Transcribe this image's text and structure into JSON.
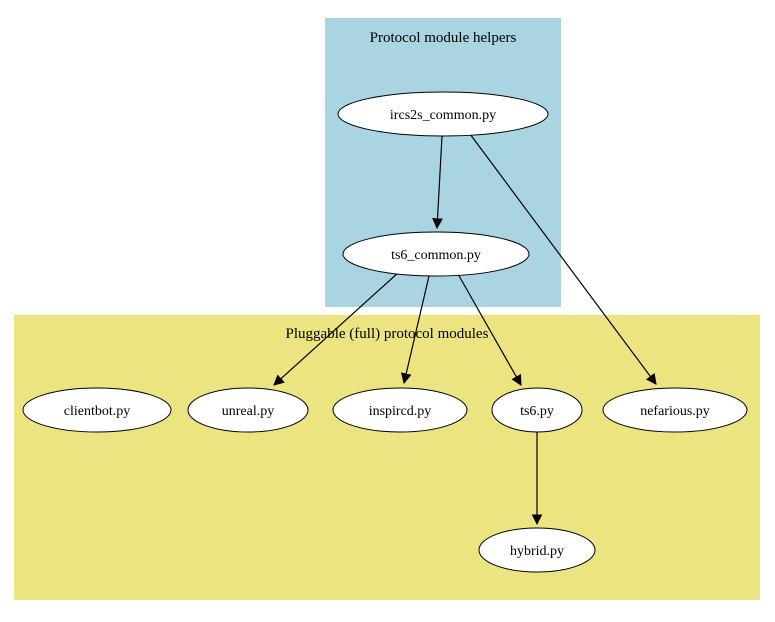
{
  "diagram": {
    "type": "dependency-graph",
    "clusters": {
      "helpers": {
        "label": "Protocol module helpers",
        "color": "#a9d5e2"
      },
      "pluggable": {
        "label": "Pluggable (full) protocol modules",
        "color": "#ece481"
      }
    },
    "nodes": {
      "ircs2s_common": {
        "label": "ircs2s_common.py",
        "cluster": "helpers"
      },
      "ts6_common": {
        "label": "ts6_common.py",
        "cluster": "helpers"
      },
      "clientbot": {
        "label": "clientbot.py",
        "cluster": "pluggable"
      },
      "unreal": {
        "label": "unreal.py",
        "cluster": "pluggable"
      },
      "inspircd": {
        "label": "inspircd.py",
        "cluster": "pluggable"
      },
      "ts6": {
        "label": "ts6.py",
        "cluster": "pluggable"
      },
      "nefarious": {
        "label": "nefarious.py",
        "cluster": "pluggable"
      },
      "hybrid": {
        "label": "hybrid.py",
        "cluster": "pluggable"
      }
    },
    "edges": [
      {
        "from": "ircs2s_common",
        "to": "ts6_common"
      },
      {
        "from": "ircs2s_common",
        "to": "nefarious"
      },
      {
        "from": "ts6_common",
        "to": "unreal"
      },
      {
        "from": "ts6_common",
        "to": "inspircd"
      },
      {
        "from": "ts6_common",
        "to": "ts6"
      },
      {
        "from": "ts6",
        "to": "hybrid"
      }
    ],
    "node_fill": "#ffffff",
    "edge_color": "#000000"
  }
}
